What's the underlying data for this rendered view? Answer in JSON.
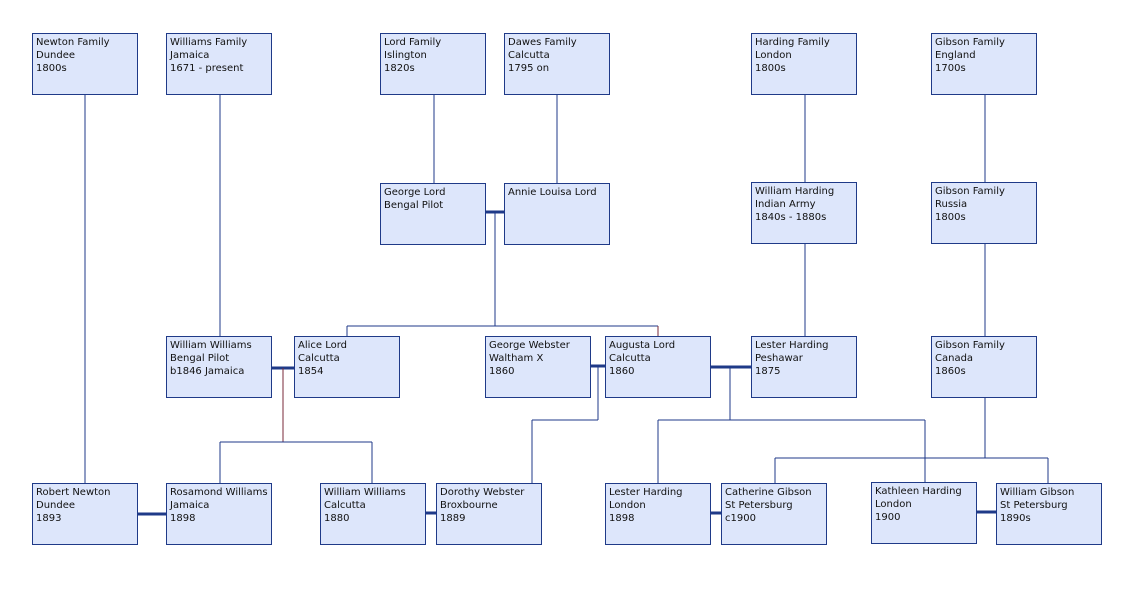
{
  "tree": {
    "nodes": [
      {
        "id": "newton_family",
        "lines": [
          "Newton Family",
          "Dundee",
          "1800s"
        ]
      },
      {
        "id": "williams_family",
        "lines": [
          "Williams Family",
          "Jamaica",
          "1671 - present"
        ]
      },
      {
        "id": "lord_family",
        "lines": [
          "Lord Family",
          "Islington",
          "1820s"
        ]
      },
      {
        "id": "dawes_family",
        "lines": [
          "Dawes Family",
          "Calcutta",
          "1795 on"
        ]
      },
      {
        "id": "harding_family",
        "lines": [
          "Harding Family",
          "London",
          "1800s"
        ]
      },
      {
        "id": "gibson_family_england",
        "lines": [
          "Gibson Family",
          "England",
          "1700s"
        ]
      },
      {
        "id": "george_lord",
        "lines": [
          "George Lord",
          "Bengal Pilot",
          ""
        ]
      },
      {
        "id": "annie_louisa_lord",
        "lines": [
          "Annie Louisa Lord",
          "",
          ""
        ]
      },
      {
        "id": "william_harding",
        "lines": [
          "William Harding",
          "Indian Army",
          "1840s - 1880s"
        ]
      },
      {
        "id": "gibson_family_russia",
        "lines": [
          "Gibson Family",
          "Russia",
          "1800s"
        ]
      },
      {
        "id": "william_williams_pilot",
        "lines": [
          "William Williams",
          "Bengal Pilot",
          "b1846 Jamaica"
        ]
      },
      {
        "id": "alice_lord",
        "lines": [
          "Alice Lord",
          "Calcutta",
          "1854"
        ]
      },
      {
        "id": "george_webster",
        "lines": [
          "George Webster",
          "Waltham X",
          "1860"
        ]
      },
      {
        "id": "augusta_lord",
        "lines": [
          "Augusta Lord",
          "Calcutta",
          "1860"
        ]
      },
      {
        "id": "lester_harding_1875",
        "lines": [
          "Lester Harding",
          "Peshawar",
          "1875"
        ]
      },
      {
        "id": "gibson_family_canada",
        "lines": [
          "Gibson Family",
          "Canada",
          "1860s"
        ]
      },
      {
        "id": "robert_newton",
        "lines": [
          "Robert Newton",
          "Dundee",
          "1893"
        ]
      },
      {
        "id": "rosamond_williams",
        "lines": [
          "Rosamond Williams",
          "Jamaica",
          "1898"
        ]
      },
      {
        "id": "william_williams_calcutta",
        "lines": [
          "William Williams",
          "Calcutta",
          "1880"
        ]
      },
      {
        "id": "dorothy_webster",
        "lines": [
          "Dorothy Webster",
          "Broxbourne",
          "1889"
        ]
      },
      {
        "id": "lester_harding_1898",
        "lines": [
          "Lester Harding",
          "London",
          "1898"
        ]
      },
      {
        "id": "catherine_gibson",
        "lines": [
          "Catherine Gibson",
          "St Petersburg",
          "c1900"
        ]
      },
      {
        "id": "kathleen_harding",
        "lines": [
          "Kathleen Harding",
          "London",
          "1900"
        ]
      },
      {
        "id": "william_gibson",
        "lines": [
          "William Gibson",
          "St Petersburg",
          "1890s"
        ]
      }
    ],
    "colors": {
      "box_fill": "#dde6fb",
      "box_border": "#1f3a88",
      "line": "#1f3a88",
      "marriage_line": "#1f3a88",
      "alt_line": "#7a2a3a"
    }
  }
}
